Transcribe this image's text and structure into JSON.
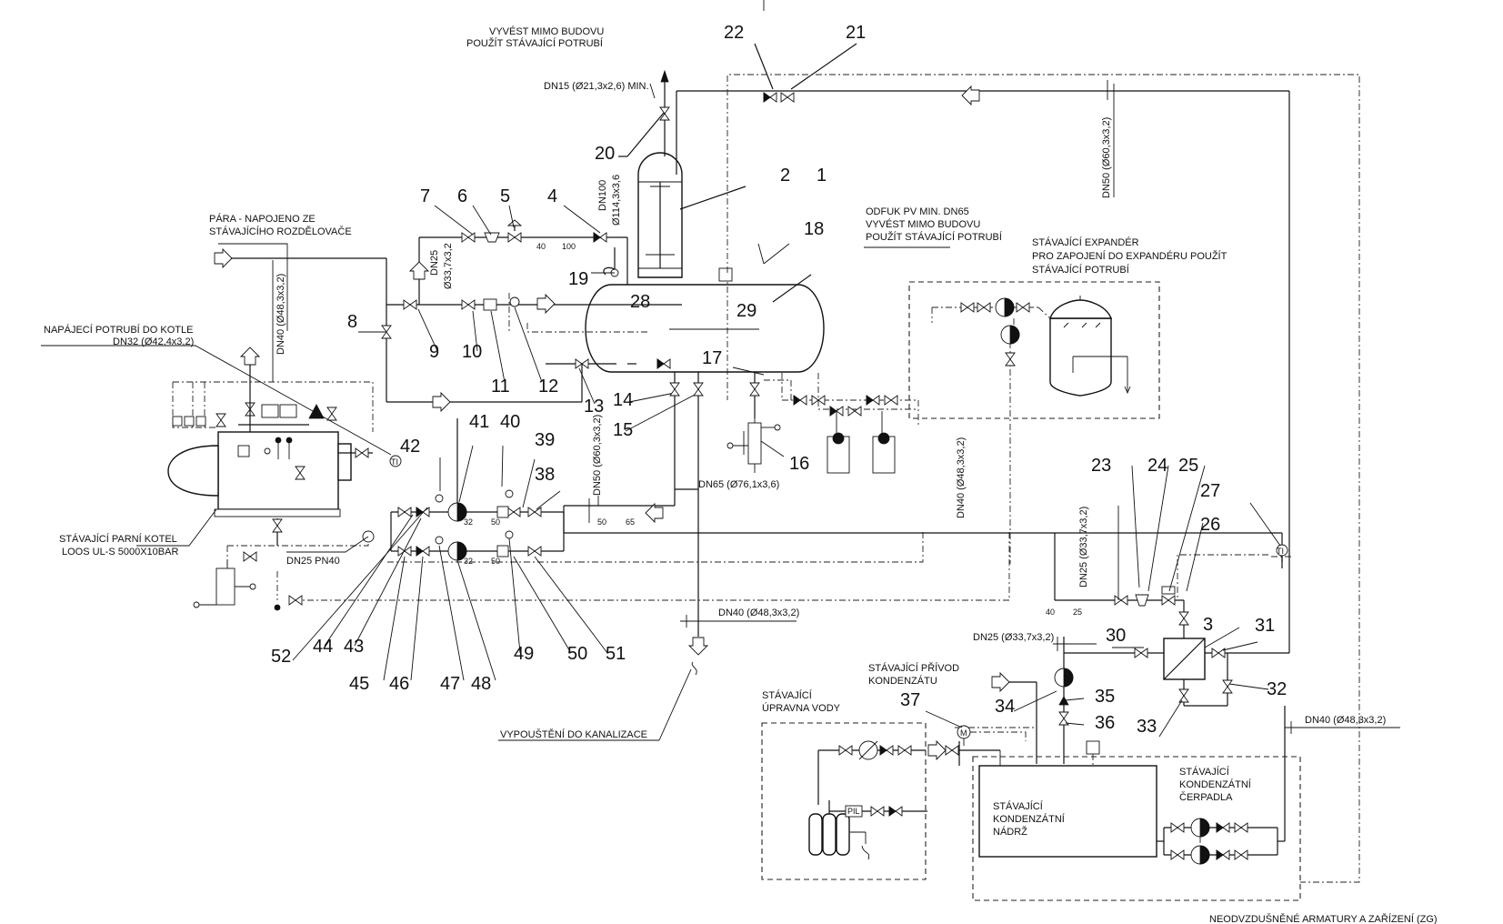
{
  "labels": {
    "vent_line1": "VYVÉST MIMO BUDOVU",
    "vent_line2": "POUŽÍT STÁVAJÍCÍ POTRUBÍ",
    "dn15": "DN15 (Ø21,3x2,6) MIN.",
    "dn50_top": "DN50 (Ø60,3x3,2)",
    "dn100_a": "DN100",
    "dn100_b": "Ø114,3x3,6",
    "steam_line1": "PÁRA - NAPOJENO ZE",
    "steam_line2": "STÁVAJÍCÍHO ROZDĚLOVAČE",
    "dn25_a": "DN25",
    "dn25_b": "Ø33,7x3,2",
    "blowdown1": "ODFUK PV MIN. DN65",
    "blowdown2": "VYVÉST MIMO BUDOVU",
    "blowdown3": "POUŽÍT STÁVAJÍCÍ POTRUBÍ",
    "expander1": "STÁVAJÍCÍ EXPANDÉR",
    "expander2": "PRO ZAPOJENÍ DO EXPANDÉRU POUŽÍT",
    "expander3": "STÁVAJÍCÍ POTRUBÍ",
    "dn40_left": "DN40 (Ø48,3x3,2)",
    "feed1": "NAPÁJECÍ POTRUBÍ DO KOTLE",
    "feed2": "DN32 (Ø42,4x3,2)",
    "boiler1": "STÁVAJÍCÍ PARNÍ KOTEL",
    "boiler2": "LOOS UL-S 5000X10BAR",
    "dn25pn40": "DN25 PN40",
    "dn50_mid": "DN50 (Ø60,3x3,2)",
    "dn65": "DN65 (Ø76,1x3,6)",
    "dn40_center": "DN40 (Ø48,3x3,2)",
    "dn40_mid": "DN40 (Ø48,3x3,2)",
    "dn25_right": "DN25 (Ø33,7x3,2)",
    "dn25_cond": "DN25 (Ø33,7x3,2)",
    "drain": "VYPOUŠTĚNÍ DO KANALIZACE",
    "cond_supply1": "STÁVAJÍCÍ PŘÍVOD",
    "cond_supply2": "KONDENZÁTU",
    "water_treat1": "STÁVAJÍCÍ",
    "water_treat2": "ÚPRAVNA VODY",
    "tank1": "STÁVAJÍCÍ",
    "tank2": "KONDENZÁTNÍ",
    "tank3": "NÁDRŽ",
    "pumps1": "STÁVAJÍCÍ",
    "pumps2": "KONDENZÁTNÍ",
    "pumps3": "ČERPADLA",
    "dn40_right": "DN40 (Ø48,3x3,2)",
    "bottom_cut": "NEODVZDUŠNĚNÉ ARMATURY A ZAŘÍZENÍ (ZG)"
  },
  "small": {
    "s40": "40",
    "s100": "100",
    "s32a": "32",
    "s50a": "50",
    "s50b": "50",
    "s65": "65",
    "s32b": "32",
    "s50c": "50",
    "s40b": "40",
    "s25": "25",
    "ti": "TI",
    "ti2": "TI",
    "m": "M",
    "pil": "PIL"
  },
  "items": [
    "1",
    "2",
    "3",
    "4",
    "5",
    "6",
    "7",
    "8",
    "9",
    "10",
    "11",
    "12",
    "13",
    "14",
    "15",
    "16",
    "17",
    "18",
    "19",
    "20",
    "21",
    "22",
    "23",
    "24",
    "25",
    "26",
    "27",
    "28",
    "29",
    "30",
    "31",
    "32",
    "33",
    "34",
    "35",
    "36",
    "37",
    "38",
    "39",
    "40",
    "41",
    "42",
    "43",
    "44",
    "45",
    "46",
    "47",
    "48",
    "49",
    "50",
    "51",
    "52"
  ]
}
